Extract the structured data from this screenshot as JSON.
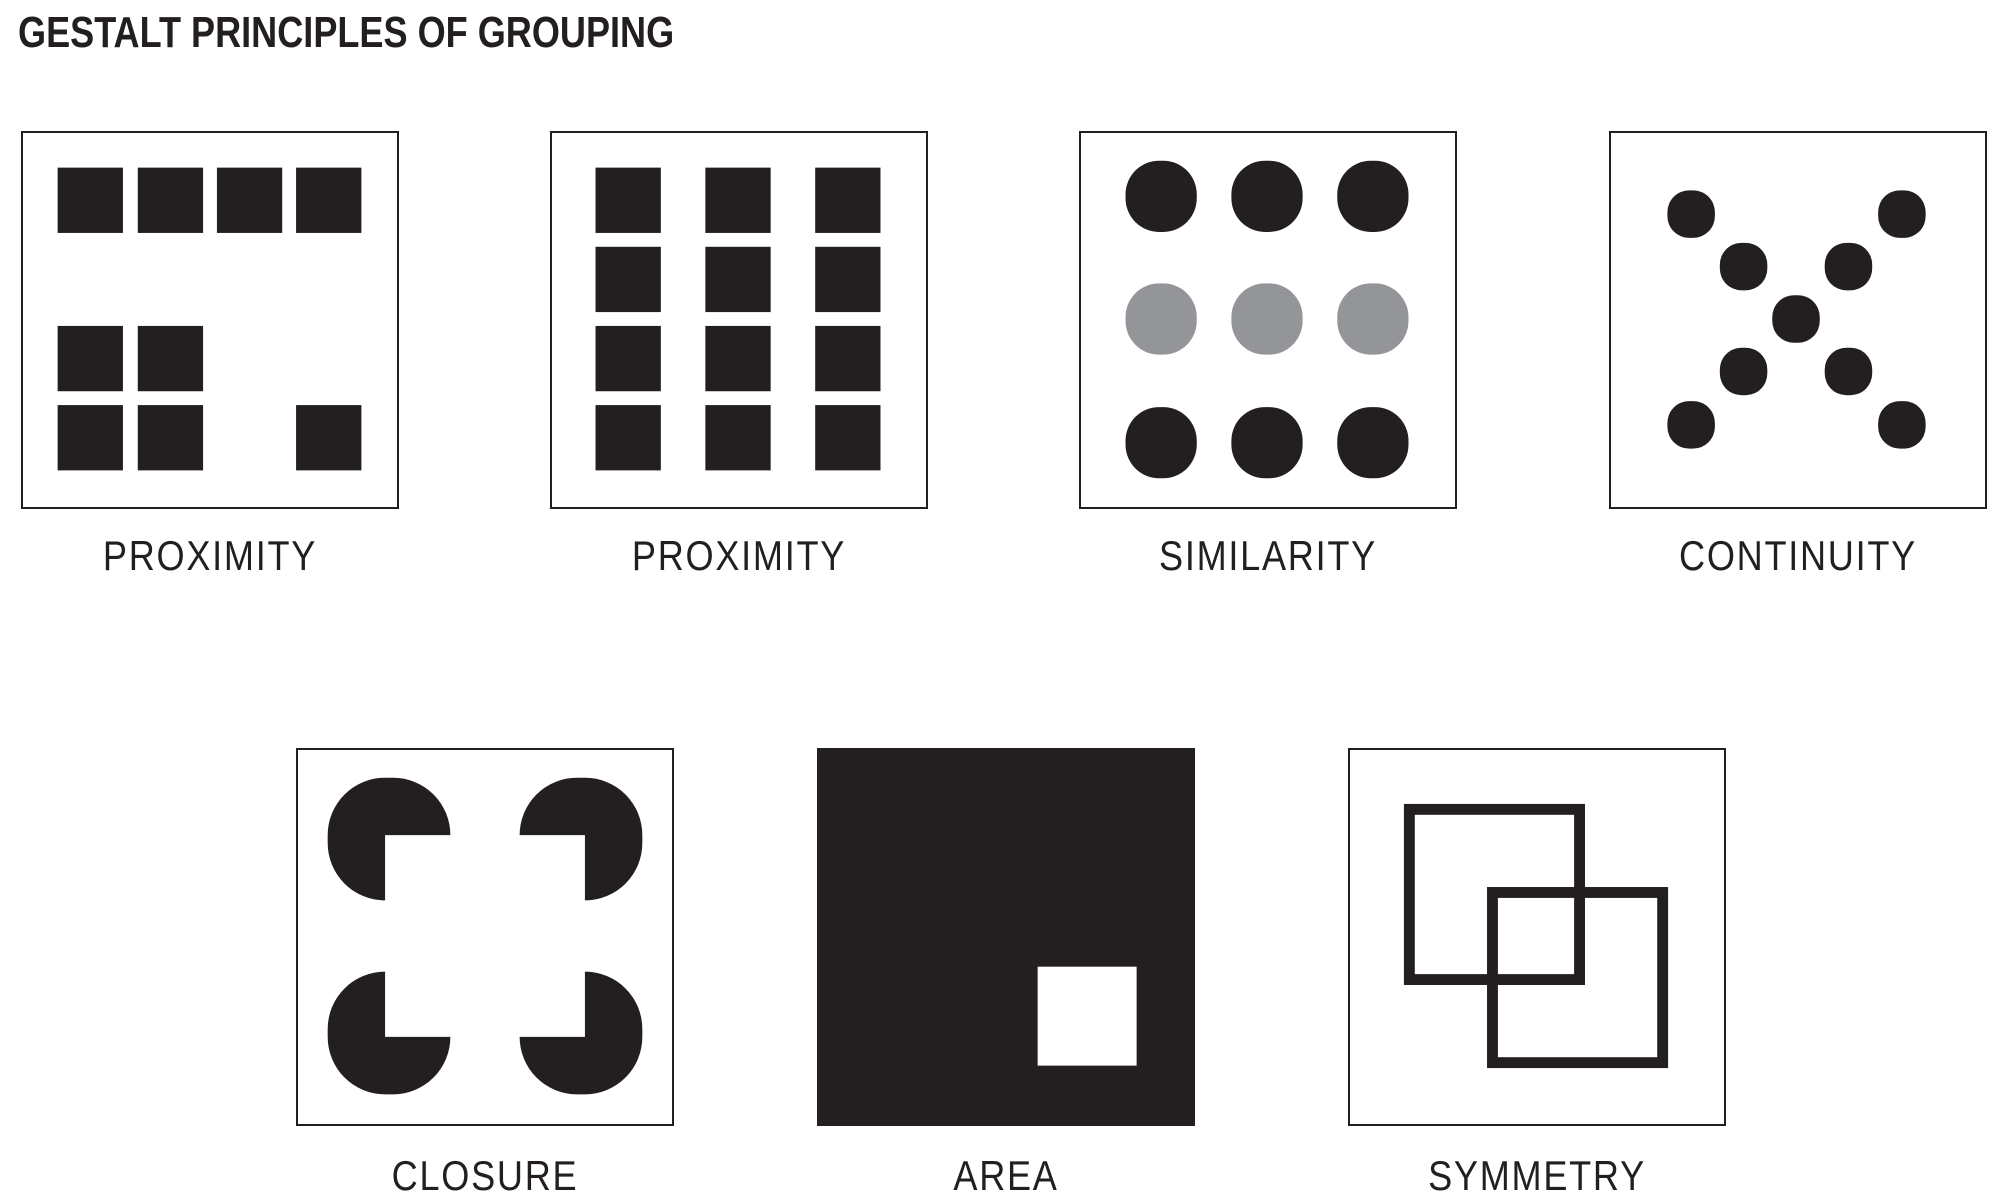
{
  "title": "GESTALT PRINCIPLES OF GROUPING",
  "colors": {
    "dark": "#231f20",
    "grey": "#939598",
    "background": "#ffffff"
  },
  "panels": [
    {
      "label": "PROXIMITY"
    },
    {
      "label": "PROXIMITY"
    },
    {
      "label": "SIMILARITY"
    },
    {
      "label": "CONTINUITY"
    },
    {
      "label": "CLOSURE"
    },
    {
      "label": "AREA"
    },
    {
      "label": "SYMMETRY"
    }
  ]
}
